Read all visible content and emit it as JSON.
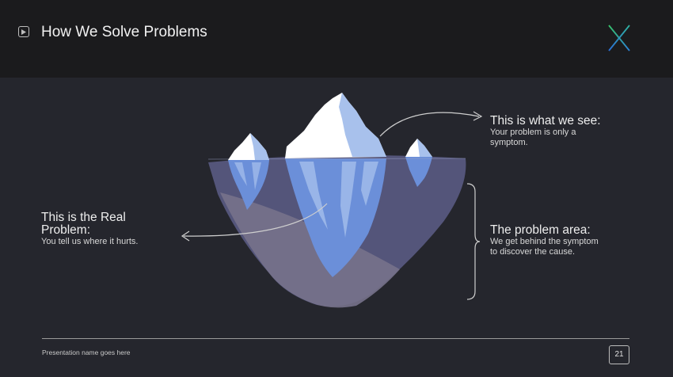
{
  "slide": {
    "title": "How We Solve Problems",
    "page_number": "21",
    "footer": "Presentation name goes here"
  },
  "callouts": {
    "see": {
      "heading": "This is what we see:",
      "body_lines": [
        "Your problem is only a",
        "symptom."
      ]
    },
    "real": {
      "heading_lines": [
        "This is the Real",
        "Problem:"
      ],
      "body": "You tell us where it hurts."
    },
    "area": {
      "heading": "The problem area:",
      "body_lines": [
        "We get behind the symptom",
        "to discover the cause."
      ]
    }
  },
  "colors": {
    "header_bg": "#1b1b1d",
    "slide_bg": "#25262d",
    "water": "#54557a",
    "ice_blue": "#6b8fd9",
    "ice_light": "#a8c1ec",
    "snow": "#ffffff",
    "logo_green": "#37c46a",
    "logo_blue": "#2b82d9"
  },
  "icons": [
    "play-icon",
    "logo-x-icon",
    "arrow-see-icon",
    "arrow-real-icon",
    "brace-icon"
  ]
}
